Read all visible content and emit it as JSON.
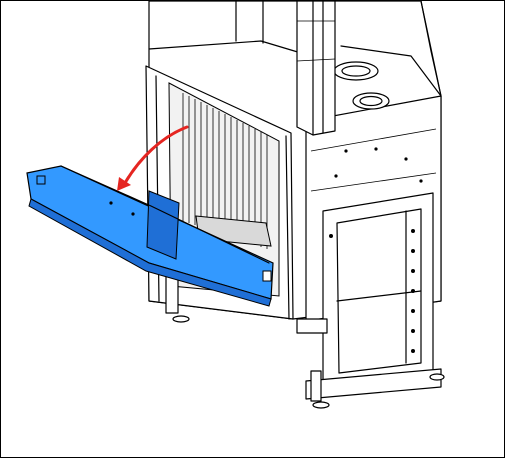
{
  "diagram": {
    "colors": {
      "background": "#ffffff",
      "outline": "#000000",
      "door_panel": "#3399ff",
      "door_shadow": "#1f6fd6",
      "arrow": "#e52521",
      "glass_panel": "#d9d9d9",
      "interior": "#f2f2f2"
    },
    "parts": [
      "fireplace-body",
      "chimney-duct",
      "firebox-opening",
      "rear-cladding-slats",
      "tilted-door-panel",
      "motion-arrow",
      "support-frame",
      "adjustable-feet"
    ],
    "arrow_direction": "outward-down"
  }
}
